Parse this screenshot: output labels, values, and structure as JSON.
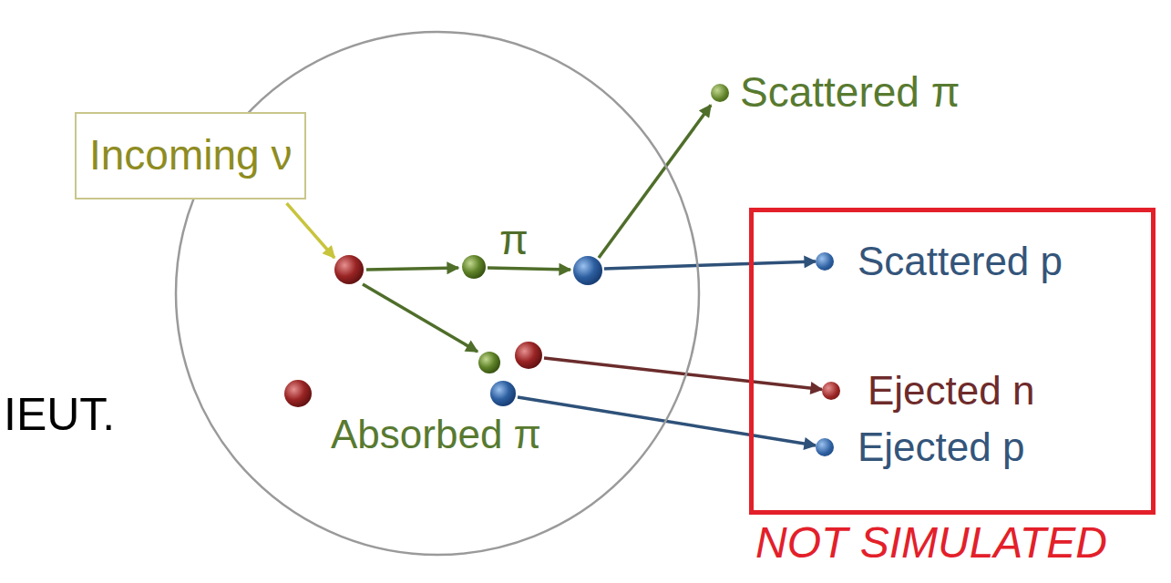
{
  "diagram": {
    "nodes": [
      {
        "text": [
          "Incoming ν"
        ]
      },
      {
        "text": [
          "Absorbed π"
        ]
      },
      {
        "text": [
          "Scattered π"
        ]
      },
      {
        "text": [
          "NOT SIMULATED"
        ]
      },
      {
        "text": [
          "Scattered p"
        ],
        "in": 3
      },
      {
        "text": [
          "Ejected n"
        ],
        "in": 3
      },
      {
        "text": [
          "Ejected p"
        ],
        "in": 3
      }
    ],
    "edges": [
      {
        "from": 0,
        "to": 1,
        "arrow": "to"
      },
      {
        "from": 1,
        "to": 2,
        "arrow": "to"
      },
      {
        "from": 1,
        "to": 4,
        "arrow": "to"
      },
      {
        "from": 1,
        "to": 5,
        "arrow": "to"
      },
      {
        "from": 1,
        "to": 6,
        "arrow": "to"
      }
    ],
    "labels": [
      "IEUT.",
      "π"
    ]
  }
}
